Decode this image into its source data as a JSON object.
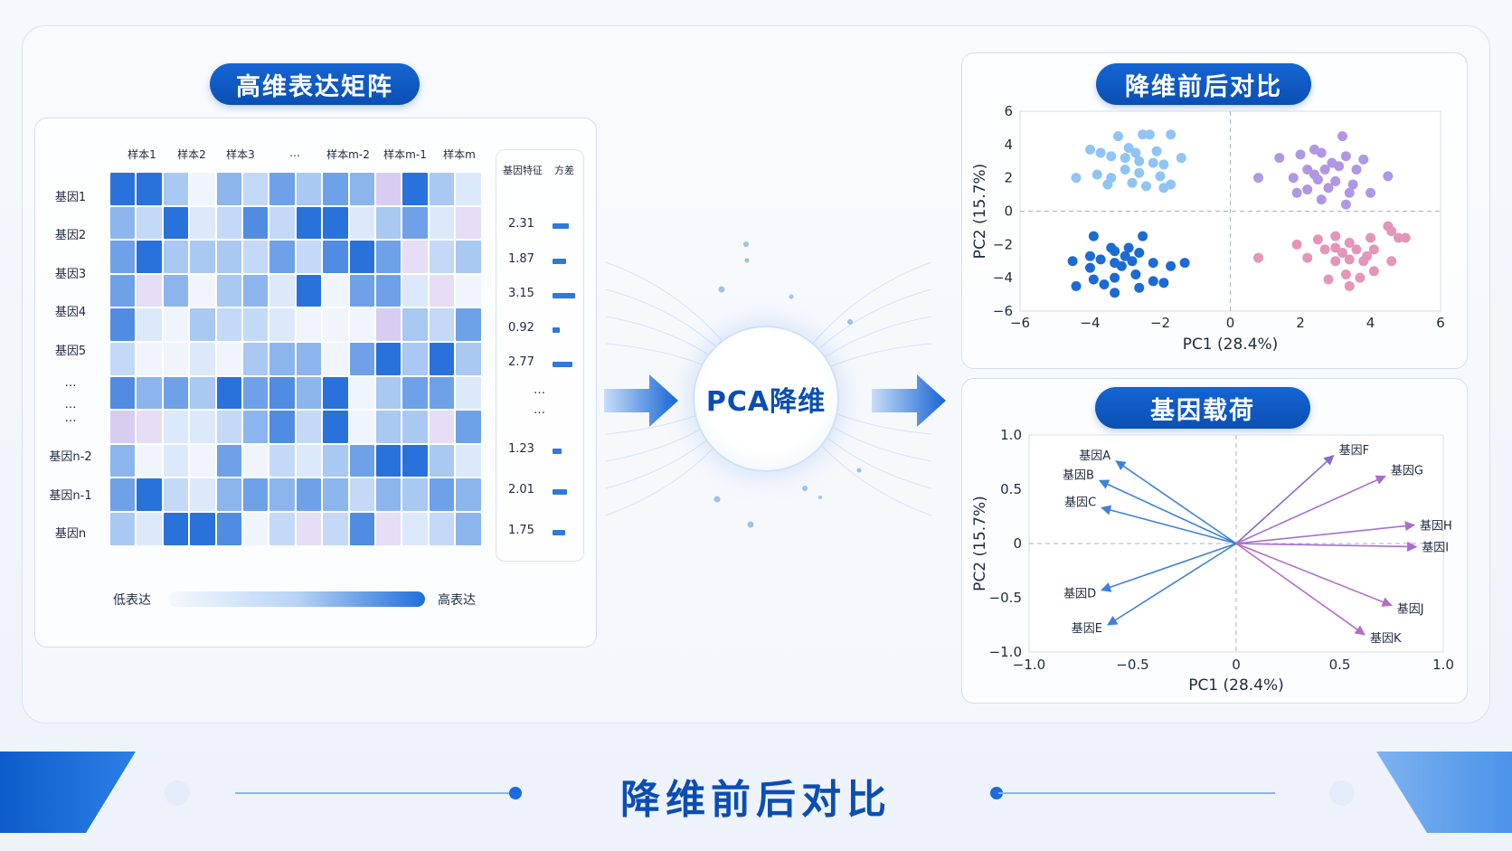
{
  "left": {
    "title": "高维表达矩阵",
    "columns": [
      "样本1",
      "样本2",
      "样本3",
      "…",
      "样本m-2",
      "样本m-1",
      "样本m"
    ],
    "rows": [
      "基因1",
      "基因2",
      "基因3",
      "基因4",
      "基因5",
      "…",
      "…",
      "…",
      "基因n-2",
      "基因n-1",
      "基因n"
    ],
    "variance": {
      "header_feature": "基因特征",
      "header_variance": "方差",
      "values": [
        2.31,
        1.87,
        3.15,
        0.92,
        2.77,
        1.23,
        2.01,
        1.75
      ],
      "value_labels": [
        "2.31",
        "1.87",
        "3.15",
        "0.92",
        "2.77",
        "1.23",
        "2.01",
        "1.75"
      ],
      "ellipsis": [
        "…",
        "…"
      ]
    },
    "legend": {
      "low": "低表达",
      "high": "高表达",
      "low_color": "#f6f9fe",
      "high_color": "#1f6fdb"
    }
  },
  "center": {
    "label": "PCA降维",
    "accent": "#1a6be0"
  },
  "top_right": {
    "title": "降维前后对比"
  },
  "bottom_right": {
    "title": "基因载荷"
  },
  "footer": {
    "title": "降维前后对比"
  },
  "chart_data": [
    {
      "type": "scatter",
      "title": "",
      "xlabel": "PC1 (28.4%)",
      "ylabel": "PC2 (15.7%)",
      "xlim": [
        -6,
        6
      ],
      "ylim": [
        -6,
        6
      ],
      "xticks": [
        "−6",
        "−4",
        "−2",
        "0",
        "2",
        "4",
        "6"
      ],
      "yticks": [
        "6",
        "4",
        "2",
        "0",
        "−2",
        "−4",
        "−6"
      ],
      "grid": true,
      "series": [
        {
          "color": "#90c4f4",
          "points": [
            [
              -4,
              3.7
            ],
            [
              -3.2,
              4.5
            ],
            [
              -2.5,
              4.6
            ],
            [
              -2.3,
              4.6
            ],
            [
              -1.7,
              4.6
            ],
            [
              -3.7,
              3.5
            ],
            [
              -3.0,
              3.2
            ],
            [
              -2.6,
              3.0
            ],
            [
              -2.2,
              2.9
            ],
            [
              -1.4,
              3.2
            ],
            [
              -3.8,
              2.2
            ],
            [
              -3.4,
              2.0
            ],
            [
              -3.0,
              2.5
            ],
            [
              -2.6,
              2.3
            ],
            [
              -2.0,
              2.1
            ],
            [
              -1.7,
              1.6
            ],
            [
              -3.5,
              1.6
            ],
            [
              -2.8,
              1.7
            ],
            [
              -2.4,
              1.5
            ],
            [
              -1.9,
              1.4
            ],
            [
              -3.4,
              3.3
            ],
            [
              -2.1,
              3.6
            ],
            [
              -2.9,
              3.8
            ],
            [
              -4.4,
              2.0
            ],
            [
              -2.7,
              3.5
            ],
            [
              -1.9,
              2.8
            ]
          ]
        },
        {
          "color": "#b097e4",
          "points": [
            [
              1.4,
              3.2
            ],
            [
              2.0,
              3.4
            ],
            [
              2.6,
              3.5
            ],
            [
              3.3,
              3.3
            ],
            [
              3.8,
              3.1
            ],
            [
              2.2,
              2.5
            ],
            [
              2.7,
              2.5
            ],
            [
              3.1,
              2.7
            ],
            [
              3.6,
              2.5
            ],
            [
              4.5,
              2.1
            ],
            [
              1.8,
              2.0
            ],
            [
              2.5,
              1.9
            ],
            [
              3.0,
              1.8
            ],
            [
              3.5,
              1.6
            ],
            [
              4.0,
              1.1
            ],
            [
              2.2,
              1.3
            ],
            [
              2.8,
              1.4
            ],
            [
              3.4,
              1.1
            ],
            [
              2.6,
              0.7
            ],
            [
              3.3,
              0.4
            ],
            [
              1.9,
              1.1
            ],
            [
              2.4,
              3.7
            ],
            [
              3.2,
              4.5
            ],
            [
              0.8,
              2.0
            ],
            [
              2.4,
              2.2
            ],
            [
              2.9,
              2.9
            ]
          ]
        },
        {
          "color": "#1c6ad4",
          "points": [
            [
              -4.5,
              -3.0
            ],
            [
              -4.0,
              -3.4
            ],
            [
              -3.4,
              -2.2
            ],
            [
              -2.5,
              -1.5
            ],
            [
              -3.9,
              -1.5
            ],
            [
              -3.7,
              -2.9
            ],
            [
              -3.3,
              -3.1
            ],
            [
              -2.8,
              -3.0
            ],
            [
              -2.2,
              -3.1
            ],
            [
              -1.7,
              -3.3
            ],
            [
              -4.4,
              -4.5
            ],
            [
              -3.9,
              -4.1
            ],
            [
              -3.3,
              -4.0
            ],
            [
              -2.7,
              -3.8
            ],
            [
              -2.2,
              -4.2
            ],
            [
              -3.3,
              -4.9
            ],
            [
              -2.6,
              -4.6
            ],
            [
              -1.9,
              -4.3
            ],
            [
              -3.0,
              -2.7
            ],
            [
              -3.1,
              -3.3
            ],
            [
              -1.3,
              -3.1
            ],
            [
              -3.6,
              -4.4
            ],
            [
              -4.0,
              -2.7
            ],
            [
              -2.6,
              -2.5
            ],
            [
              -2.9,
              -2.2
            ],
            [
              -3.3,
              -2.4
            ]
          ]
        },
        {
          "color": "#e595b9",
          "points": [
            [
              2.5,
              -1.7
            ],
            [
              3.0,
              -1.5
            ],
            [
              3.4,
              -1.9
            ],
            [
              4.0,
              -1.6
            ],
            [
              4.5,
              -0.9
            ],
            [
              2.7,
              -2.3
            ],
            [
              3.2,
              -2.5
            ],
            [
              3.6,
              -2.3
            ],
            [
              4.1,
              -2.3
            ],
            [
              5.0,
              -1.6
            ],
            [
              2.2,
              -2.8
            ],
            [
              3.0,
              -3.0
            ],
            [
              3.4,
              -2.9
            ],
            [
              3.8,
              -3.0
            ],
            [
              4.6,
              -3.0
            ],
            [
              2.8,
              -4.1
            ],
            [
              3.3,
              -3.8
            ],
            [
              3.7,
              -4.0
            ],
            [
              4.1,
              -3.6
            ],
            [
              3.4,
              -4.5
            ],
            [
              1.9,
              -2.0
            ],
            [
              0.8,
              -2.8
            ],
            [
              4.8,
              -1.6
            ],
            [
              3.9,
              -2.7
            ],
            [
              3.0,
              -2.2
            ],
            [
              4.6,
              -1.2
            ]
          ]
        }
      ]
    },
    {
      "type": "line",
      "title": "",
      "xlabel": "PC1 (28.4%)",
      "ylabel": "PC2 (15.7%)",
      "xlim": [
        -1.0,
        1.0
      ],
      "ylim": [
        -1.0,
        1.0
      ],
      "xticks": [
        "−1.0",
        "−0.5",
        "0",
        "0.5",
        "1.0"
      ],
      "yticks": [
        "1.0",
        "0.5",
        "0",
        "−0.5",
        "−1.0"
      ],
      "grid": true,
      "series": [
        {
          "name": "基因A",
          "x": [
            0,
            -0.58
          ],
          "y": [
            0,
            0.76
          ],
          "color": "#3d82d8"
        },
        {
          "name": "基因B",
          "x": [
            0,
            -0.66
          ],
          "y": [
            0,
            0.58
          ],
          "color": "#3d82d8"
        },
        {
          "name": "基因C",
          "x": [
            0,
            -0.65
          ],
          "y": [
            0,
            0.33
          ],
          "color": "#3d82d8"
        },
        {
          "name": "基因D",
          "x": [
            0,
            -0.65
          ],
          "y": [
            0,
            -0.43
          ],
          "color": "#3d82d8"
        },
        {
          "name": "基因E",
          "x": [
            0,
            -0.62
          ],
          "y": [
            0,
            -0.75
          ],
          "color": "#3d82d8"
        },
        {
          "name": "基因F",
          "x": [
            0,
            0.47
          ],
          "y": [
            0,
            0.81
          ],
          "color": "#8a6ad0"
        },
        {
          "name": "基因G",
          "x": [
            0,
            0.72
          ],
          "y": [
            0,
            0.62
          ],
          "color": "#a86ed0"
        },
        {
          "name": "基因H",
          "x": [
            0,
            0.86
          ],
          "y": [
            0,
            0.17
          ],
          "color": "#a86ed0"
        },
        {
          "name": "基因I",
          "x": [
            0,
            0.87
          ],
          "y": [
            0,
            -0.03
          ],
          "color": "#a86ed0"
        },
        {
          "name": "基因J",
          "x": [
            0,
            0.75
          ],
          "y": [
            0,
            -0.57
          ],
          "color": "#b46ec6"
        },
        {
          "name": "基因K",
          "x": [
            0,
            0.62
          ],
          "y": [
            0,
            -0.84
          ],
          "color": "#b46ec6"
        }
      ]
    }
  ]
}
